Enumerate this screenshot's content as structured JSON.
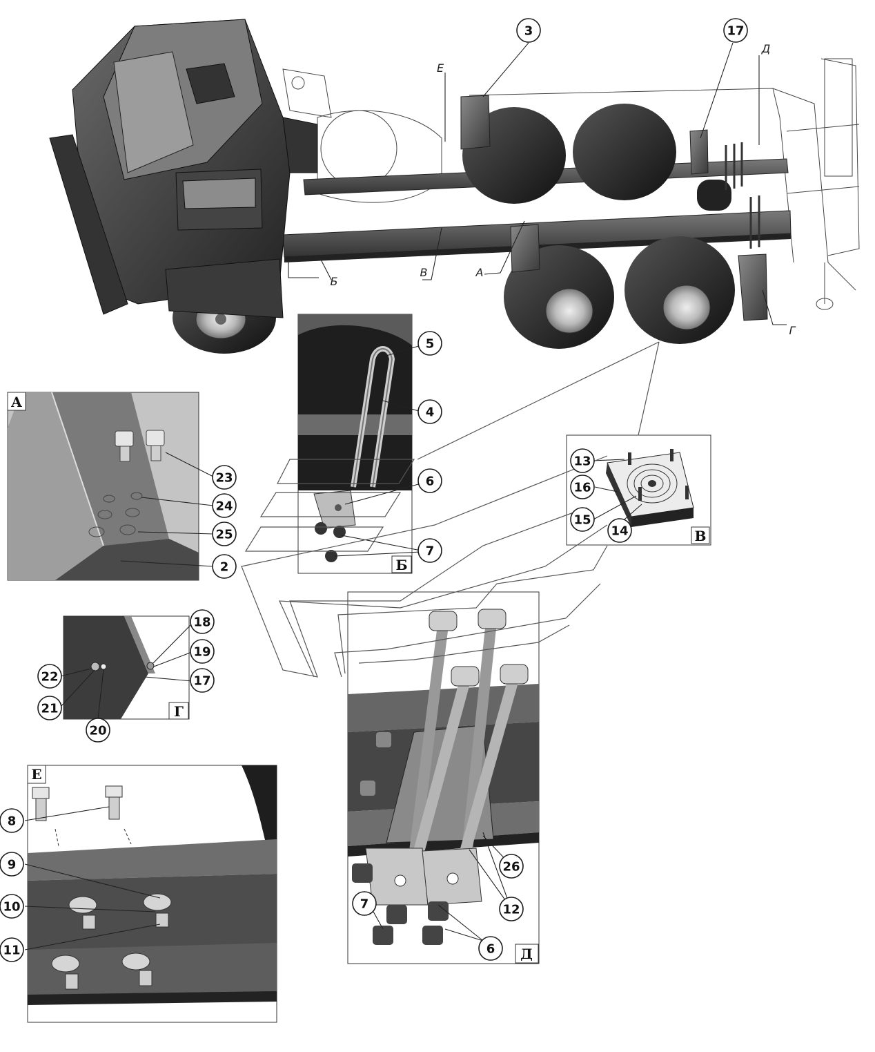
{
  "views": {
    "A": "А",
    "B": "Б",
    "V": "В",
    "G": "Г",
    "D": "Д",
    "E": "Е"
  },
  "main_labels": {
    "A": "А",
    "B": "Б",
    "V": "В",
    "G": "Г",
    "D": "Д",
    "E": "Е"
  },
  "callouts": {
    "c3": "3",
    "c17_main": "17",
    "c5": "5",
    "c4": "4",
    "c6_b": "6",
    "c7_b": "7",
    "c23": "23",
    "c24": "24",
    "c25": "25",
    "c2": "2",
    "c13": "13",
    "c16": "16",
    "c15": "15",
    "c14": "14",
    "c18": "18",
    "c19": "19",
    "c17_g": "17",
    "c22": "22",
    "c21": "21",
    "c20": "20",
    "c8": "8",
    "c9": "9",
    "c10": "10",
    "c11": "11",
    "c26": "26",
    "c12": "12",
    "c7_d": "7",
    "c6_d": "6"
  },
  "colors": {
    "dark": "#2b2b2b",
    "mid": "#5a5a5a",
    "light": "#bdbdbd",
    "paper": "#ffffff"
  }
}
